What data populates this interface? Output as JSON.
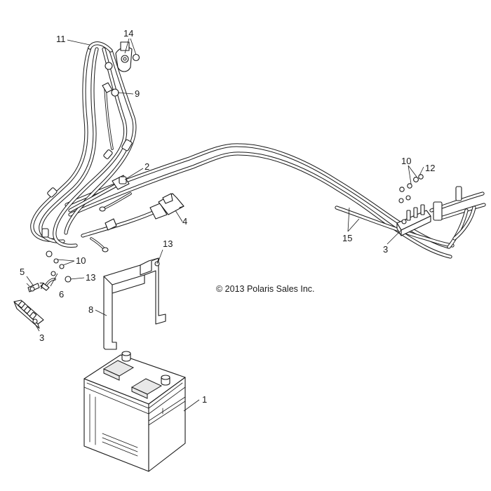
{
  "copyright": "© 2013 Polaris Sales Inc.",
  "callouts": {
    "c1": "1",
    "c2": "2",
    "c3a": "3",
    "c3b": "3",
    "c4": "4",
    "c5": "5",
    "c6": "6",
    "c7": "7",
    "c8": "8",
    "c9": "9",
    "c10a": "10",
    "c10b": "10",
    "c11": "11",
    "c12": "12",
    "c13a": "13",
    "c13b": "13",
    "c14": "14",
    "c15": "15"
  }
}
